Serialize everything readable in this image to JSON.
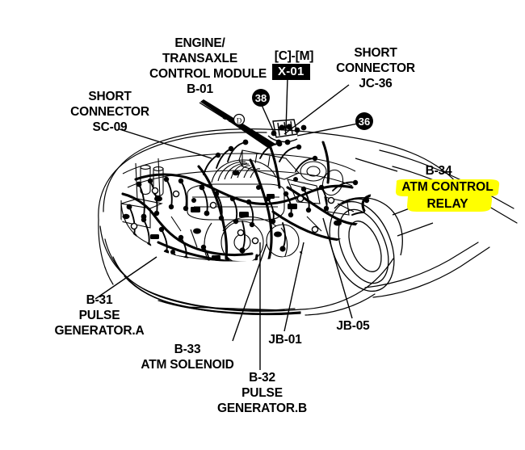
{
  "diagram": {
    "title": "Engine compartment wiring harness layout",
    "background_color": "#ffffff",
    "line_color": "#000000",
    "highlight_color": "#ffff00"
  },
  "labels": {
    "ecm": {
      "text": "ENGINE/\nTRANSAXLE\nCONTROL MODULE\nB-01"
    },
    "sc09": {
      "text": "SHORT\nCONNECTOR\nSC-09"
    },
    "cm": {
      "text": "[C]-[M]"
    },
    "x01": {
      "text": "X-01"
    },
    "jc36": {
      "text": "SHORT\nCONNECTOR\nJC-36"
    },
    "b34": {
      "text": "B-34"
    },
    "atm_relay": {
      "text": "ATM CONTROL\nRELAY"
    },
    "b31": {
      "text": "B-31\nPULSE\nGENERATOR.A"
    },
    "b33": {
      "text": "B-33\nATM SOLENOID"
    },
    "b32": {
      "text": "B-32\nPULSE\nGENERATOR.B"
    },
    "jb01": {
      "text": "JB-01"
    },
    "jb05": {
      "text": "JB-05"
    }
  },
  "callouts": [
    {
      "id": "callout-38",
      "number": "38"
    },
    {
      "id": "callout-36",
      "number": "36"
    }
  ],
  "marker": {
    "d_symbol": "D"
  }
}
